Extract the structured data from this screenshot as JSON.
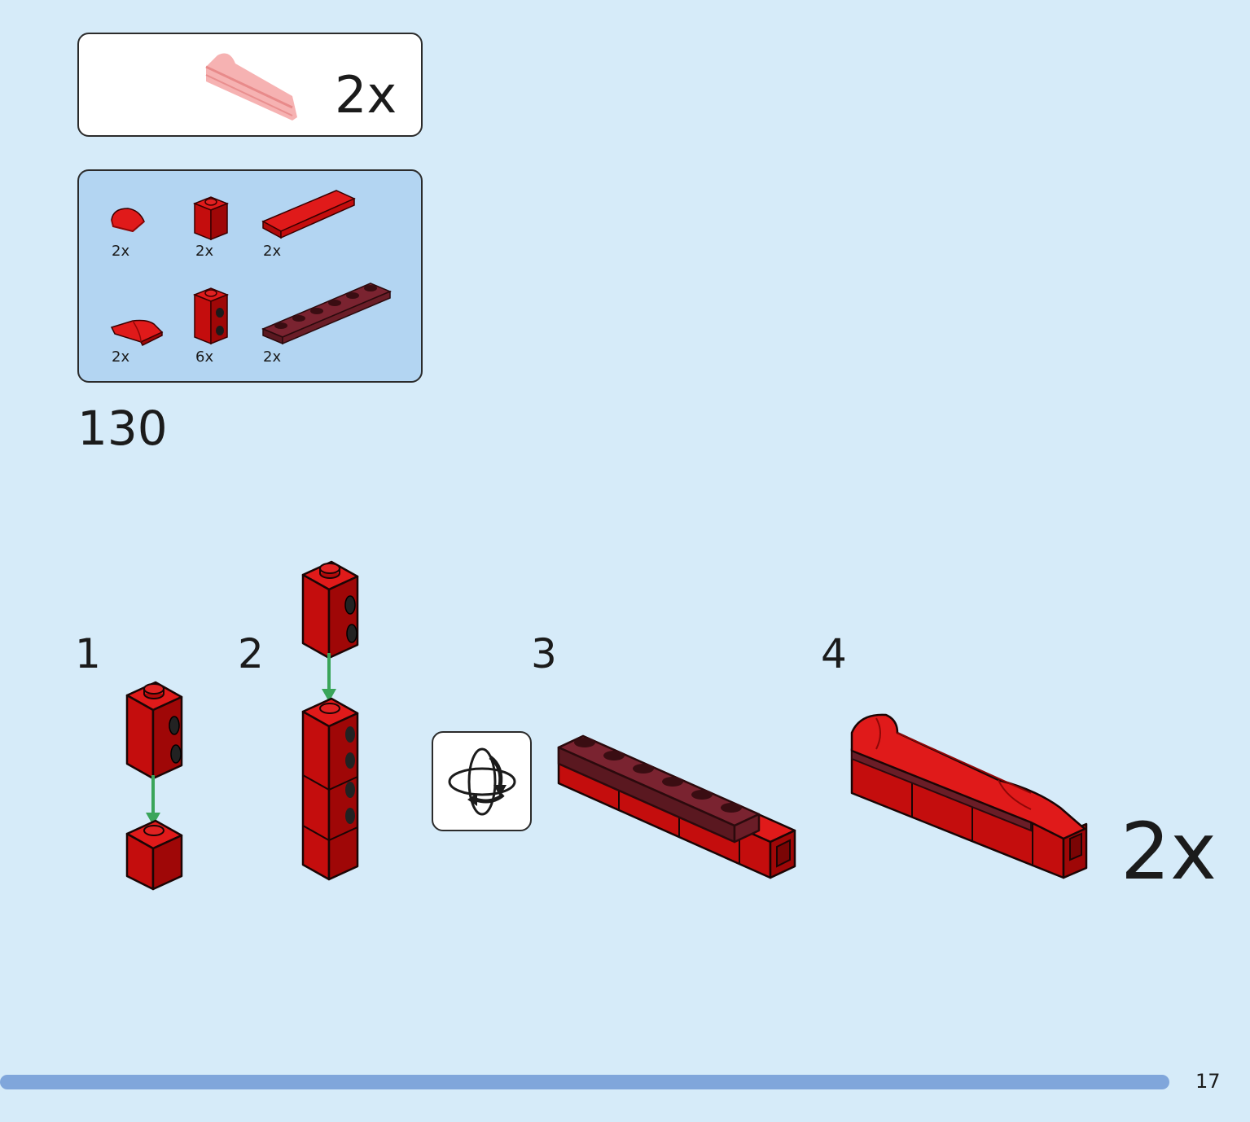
{
  "submodel": {
    "multiplier": "2x",
    "preview_icon": "curved-slope-assembly"
  },
  "parts_list": {
    "items": [
      {
        "qty": "2x",
        "icon": "round-tile-1x1-quarter",
        "color": "#cc0a0a"
      },
      {
        "qty": "2x",
        "icon": "brick-1x1",
        "color": "#cc0a0a"
      },
      {
        "qty": "2x",
        "icon": "tile-1x6",
        "color": "#cc0a0a"
      },
      {
        "qty": "2x",
        "icon": "curved-slope-2x1",
        "color": "#cc0a0a"
      },
      {
        "qty": "6x",
        "icon": "brick-1x1-side-studs",
        "color": "#cc0a0a"
      },
      {
        "qty": "2x",
        "icon": "plate-1x6",
        "color": "#6e1d27"
      }
    ]
  },
  "step": {
    "number": "130",
    "sub_steps": [
      {
        "number": "1"
      },
      {
        "number": "2"
      },
      {
        "number": "3"
      },
      {
        "number": "4"
      }
    ],
    "final_multiplier": "2x",
    "rotate_icon": "rotate-model-icon",
    "arrow_color": "#3aa55a"
  },
  "footer": {
    "page_number": "17",
    "progress_color": "#80a6db"
  }
}
